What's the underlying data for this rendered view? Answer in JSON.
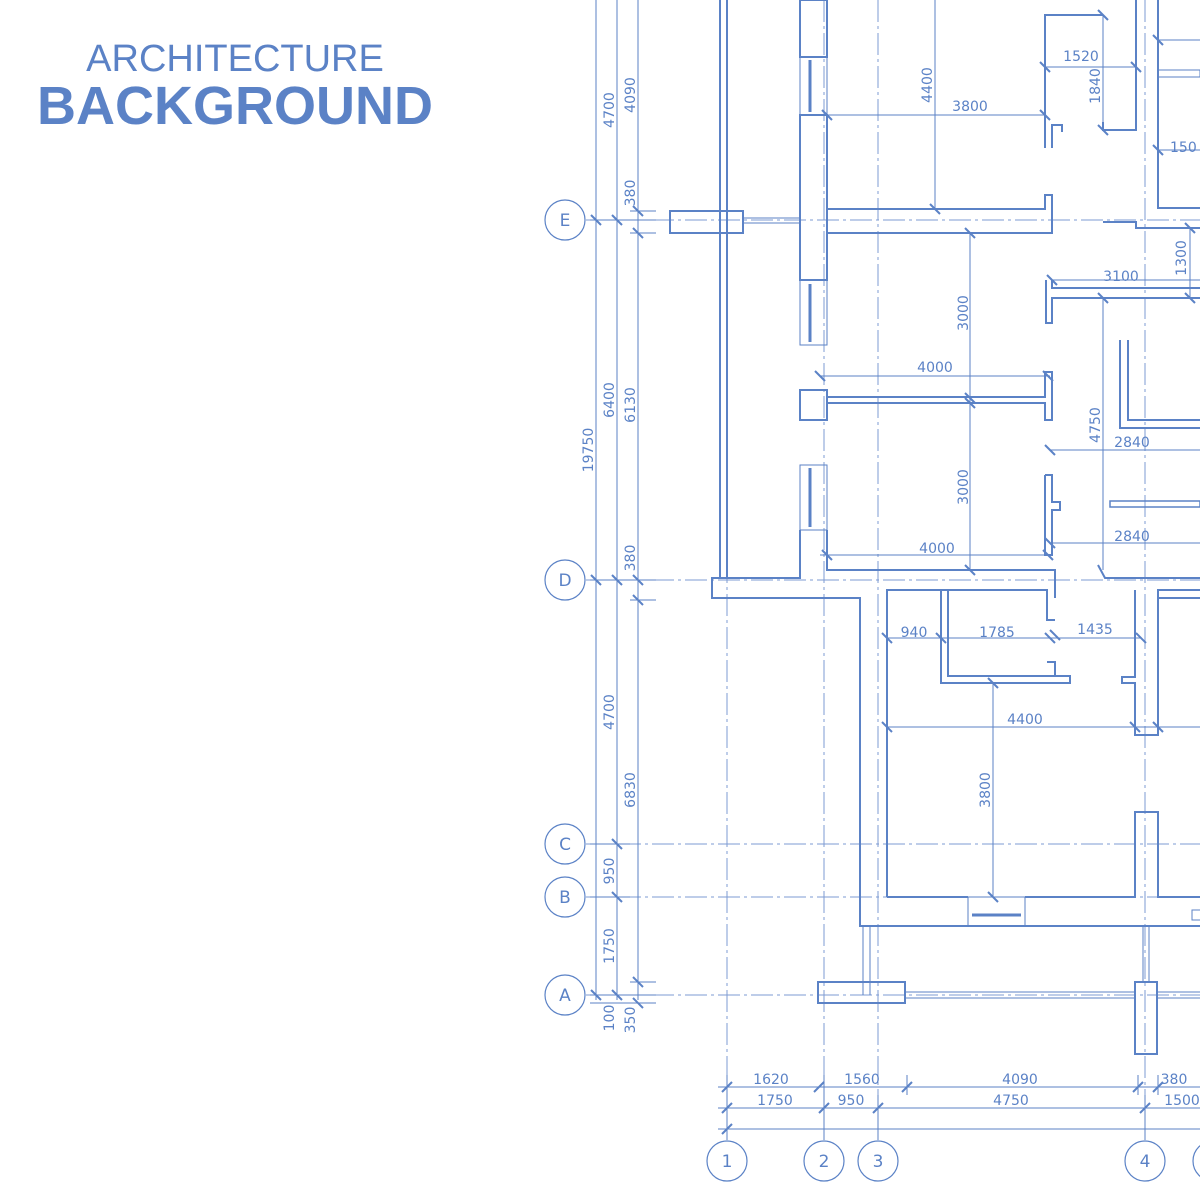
{
  "title": {
    "line1": "ARCHITECTURE",
    "line2": "BACKGROUND"
  },
  "colors": {
    "line": "#5b82c6",
    "thin": "#7d9bd3",
    "background": "#ffffff"
  },
  "row_axes": [
    "E",
    "D",
    "C",
    "B",
    "A"
  ],
  "column_axes": [
    "1",
    "2",
    "3",
    "4"
  ],
  "dimensions": {
    "left_outer": [
      "4700",
      "19750",
      "4700",
      "950",
      "1750",
      "100"
    ],
    "left_inner": [
      "4090",
      "380",
      "6400",
      "6130",
      "380",
      "6830",
      "350"
    ],
    "bottom_row1": [
      "1620",
      "1560",
      "4090",
      "380"
    ],
    "bottom_row2": [
      "1750",
      "950",
      "4750",
      "1500"
    ],
    "interior": [
      "4400",
      "3800",
      "1520",
      "1840",
      "150",
      "3100",
      "1300",
      "3000",
      "4000",
      "4750",
      "2840",
      "3000",
      "4000",
      "2840",
      "940",
      "1785",
      "1435",
      "4400",
      "3800"
    ]
  }
}
